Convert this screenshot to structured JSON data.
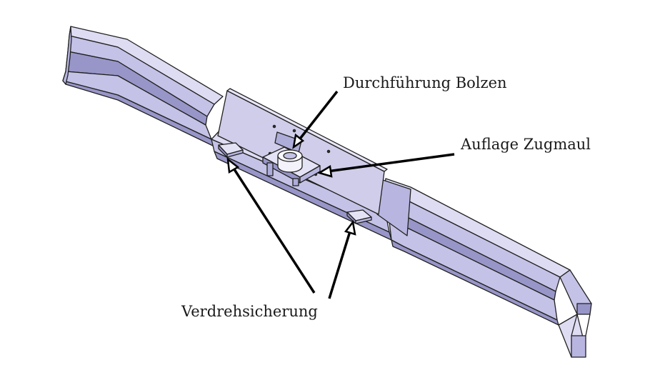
{
  "labels": {
    "bolt_passage": "Durchführung Bolzen",
    "coupling_support": "Auflage Zugmaul",
    "anti_rotation": "Verdrehsicherung"
  },
  "colors": {
    "beam_top": "#dedcf2",
    "beam_face": "#c4c2e6",
    "beam_dark": "#9896c8",
    "plate": "#cfcde9",
    "edge": "#202020",
    "arrow": "#000000"
  }
}
